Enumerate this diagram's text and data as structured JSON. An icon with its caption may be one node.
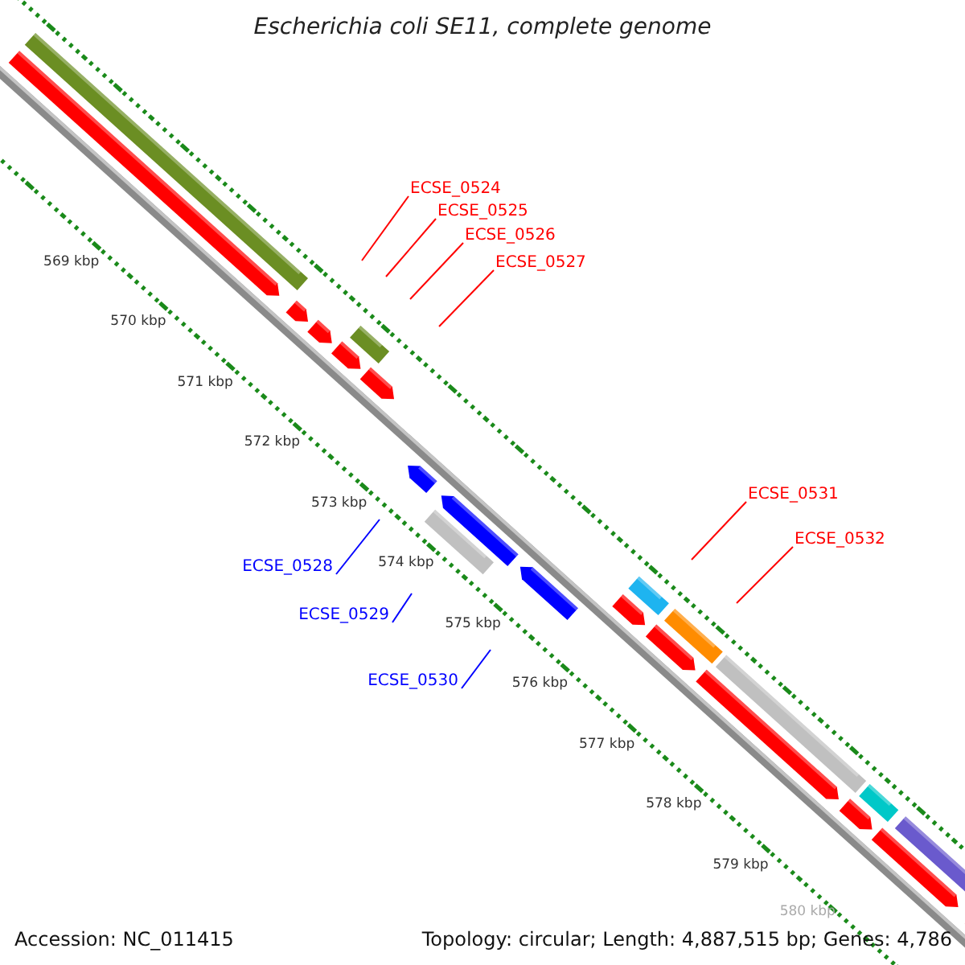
{
  "diagram": {
    "title": "Escherichia coli SE11, complete genome",
    "nodes": [
      {
        "text": [
          "ECSE_0524"
        ]
      },
      {
        "text": [
          "ECSE_0525"
        ]
      },
      {
        "text": [
          "ECSE_0526"
        ]
      },
      {
        "text": [
          "ECSE_0527"
        ]
      },
      {
        "text": [
          "ECSE_0528"
        ]
      },
      {
        "text": [
          "ECSE_0529"
        ]
      },
      {
        "text": [
          "ECSE_0530"
        ]
      },
      {
        "text": [
          "ECSE_0531"
        ]
      },
      {
        "text": [
          "ECSE_0532"
        ]
      }
    ],
    "edges": [
      {
        "from": 0,
        "to": null,
        "arrow": "none"
      },
      {
        "from": 1,
        "to": null,
        "arrow": "none"
      },
      {
        "from": 2,
        "to": null,
        "arrow": "none"
      },
      {
        "from": 3,
        "to": null,
        "arrow": "none"
      },
      {
        "from": 4,
        "to": null,
        "arrow": "none",
        "color": "#0000ff"
      },
      {
        "from": 5,
        "to": null,
        "arrow": "none",
        "color": "#0000ff"
      },
      {
        "from": 6,
        "to": null,
        "arrow": "none",
        "color": "#0000ff"
      },
      {
        "from": 7,
        "to": null,
        "arrow": "none"
      },
      {
        "from": 8,
        "to": null,
        "arrow": "none"
      }
    ],
    "labels": [
      "569 kbp",
      "570 kbp",
      "571 kbp",
      "572 kbp",
      "573 kbp",
      "574 kbp",
      "575 kbp",
      "576 kbp",
      "577 kbp",
      "578 kbp",
      "579 kbp",
      "580 kbp",
      "Accession: NC_011415",
      "Topology: circular; Length: 4,887,515 bp; Genes: 4,786"
    ]
  }
}
